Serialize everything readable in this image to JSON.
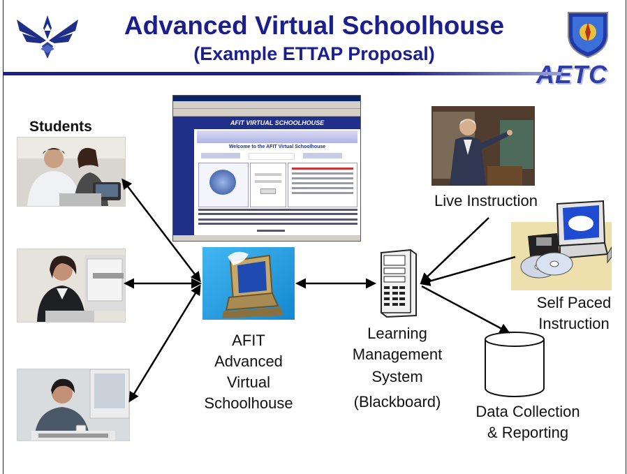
{
  "header": {
    "title": "Advanced Virtual Schoolhouse",
    "subtitle": "(Example ETTAP Proposal)",
    "logo_right_text": "AETC"
  },
  "labels": {
    "students": "Students",
    "live_instruction": "Live Instruction",
    "self_paced_line1": "Self Paced",
    "self_paced_line2": "Instruction",
    "avs_line1": "AFIT",
    "avs_line2": "Advanced",
    "avs_line3": "Virtual",
    "avs_line4": "Schoolhouse",
    "lms_line1": "Learning",
    "lms_line2": "Management",
    "lms_line3": "System",
    "lms_line4": "(Blackboard)",
    "data_line1": "Data Collection",
    "data_line2": "& Reporting"
  },
  "browser": {
    "banner": "AFIT VIRTUAL SCHOOLHOUSE",
    "welcome": "Welcome to the AFIT Virtual Schoolhouse"
  },
  "colors": {
    "title": "#1a1f8c",
    "rule": "#1a1f8c",
    "arrow": "#000000",
    "browser_banner": "#1f2f8a"
  },
  "icons": [
    "air-force-wings-icon",
    "aetc-shield-icon",
    "computer-monitor-icon",
    "server-rack-icon",
    "floppy-disk-icon",
    "cd-disc-icon",
    "database-cylinder-icon"
  ]
}
